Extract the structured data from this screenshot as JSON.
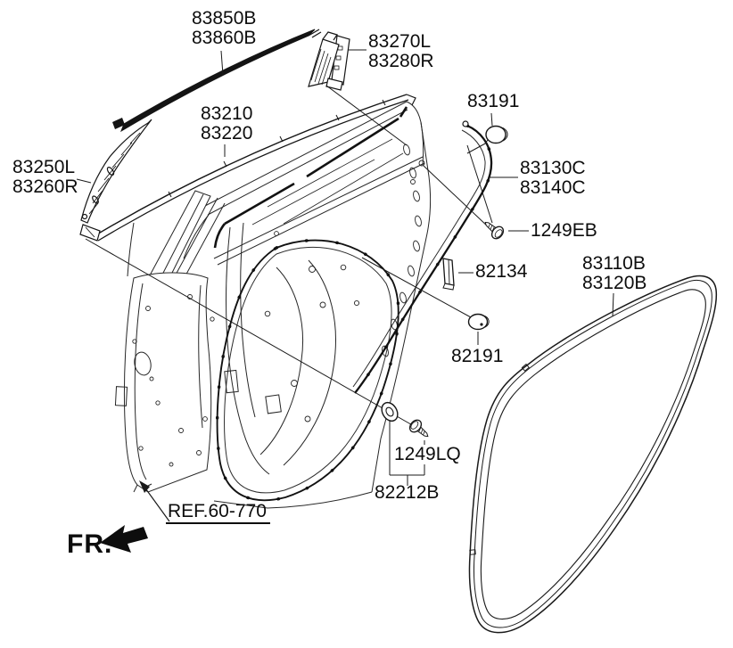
{
  "diagram": {
    "background": "#ffffff",
    "line_color": "#1a1a1a",
    "labels": {
      "roof_moulding_1": "83850B",
      "roof_moulding_2": "83860B",
      "quadrant_1": "83270L",
      "quadrant_2": "83280R",
      "belt_1": "83210",
      "belt_2": "83220",
      "front_strip_1": "83250L",
      "front_strip_2": "83260R",
      "grommet_top": "83191",
      "body_ws_1": "83130C",
      "body_ws_2": "83140C",
      "screw_upper": "1249EB",
      "clip": "82134",
      "door_ws_1": "83110B",
      "door_ws_2": "83120B",
      "grommet_mid": "82191",
      "screw_lower": "1249LQ",
      "screw_assy": "82212B",
      "reference": "REF.60-770",
      "front_marker": "FR."
    }
  }
}
